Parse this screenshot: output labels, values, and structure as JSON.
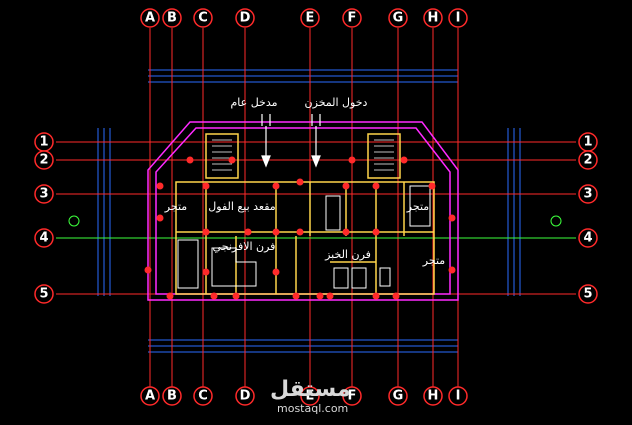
{
  "drawing": {
    "column_grid_labels": [
      "A",
      "B",
      "C",
      "D",
      "E",
      "F",
      "G",
      "H",
      "I"
    ],
    "row_grid_labels": [
      "1",
      "2",
      "3",
      "4",
      "5"
    ],
    "room_labels": {
      "store_entrance": "دخول المخزن",
      "main_entrance": "مدخل عام",
      "store_top_left": "متجر",
      "store_top_right": "متجر",
      "store_right": "متجر",
      "hall": "مقعد بيع الفول",
      "ovens": "فرن الافرنجي",
      "bakery": "فرن الخبز"
    },
    "colors": {
      "grid_line": "#ff2a2a",
      "grid_axis": "#3cff3c",
      "dimension": "#2a6bff",
      "outline": "#ff2aff",
      "wall": "#ffd54a",
      "column": "#ff2a2a"
    }
  },
  "watermark": {
    "brand_ar": "مستقل",
    "brand_en": "mostaql.com"
  }
}
